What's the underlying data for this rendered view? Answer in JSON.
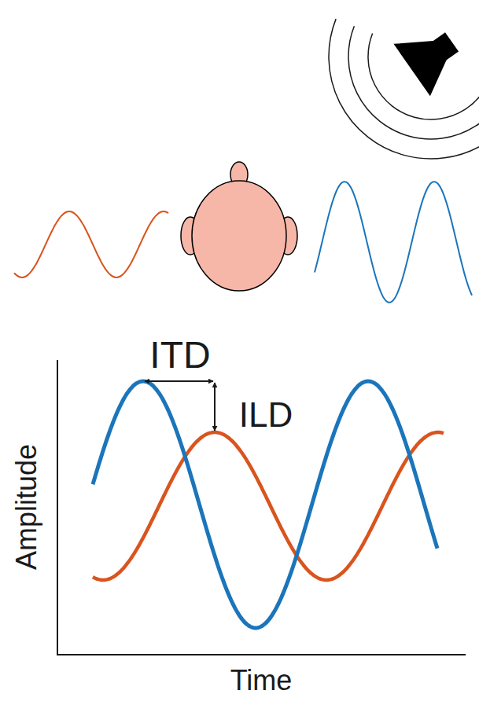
{
  "diagram": {
    "labels": [
      "ITD",
      "ILD",
      "Amplitude",
      "Time"
    ]
  }
}
